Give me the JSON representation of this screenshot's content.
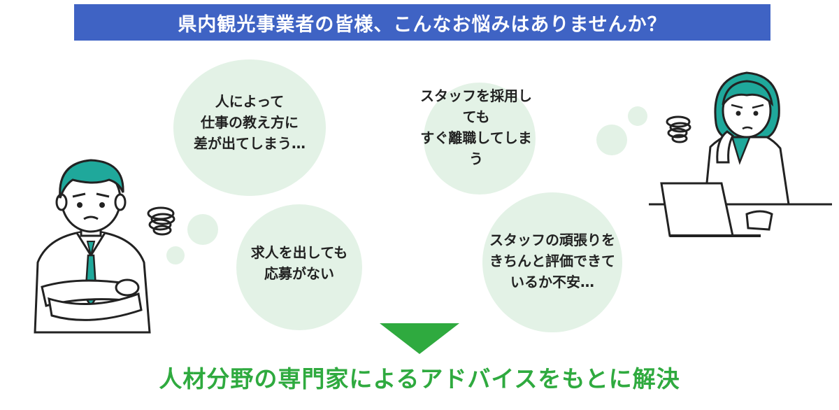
{
  "banner": {
    "title": "県内観光事業者の皆様、こんなお悩みはありませんか？"
  },
  "concerns": [
    {
      "text": "人によって\n仕事の教え方に\n差が出てしまう…"
    },
    {
      "text": "スタッフを採用しても\nすぐ離職してしまう"
    },
    {
      "text": "求人を出しても\n応募がない"
    },
    {
      "text": "スタッフの頑張りを\nきちんと評価できて\nいるか不安…"
    }
  ],
  "solution": {
    "text": "人材分野の専門家によるアドバイスをもとに解決"
  },
  "colors": {
    "banner_bg": "#3f63c4",
    "bubble": "#e3f2e6",
    "accent_green": "#2faa3f",
    "hair_teal": "#1fa89b"
  },
  "illustrations": {
    "left": "worried-man-arms-crossed",
    "right": "worried-woman-at-laptop"
  }
}
